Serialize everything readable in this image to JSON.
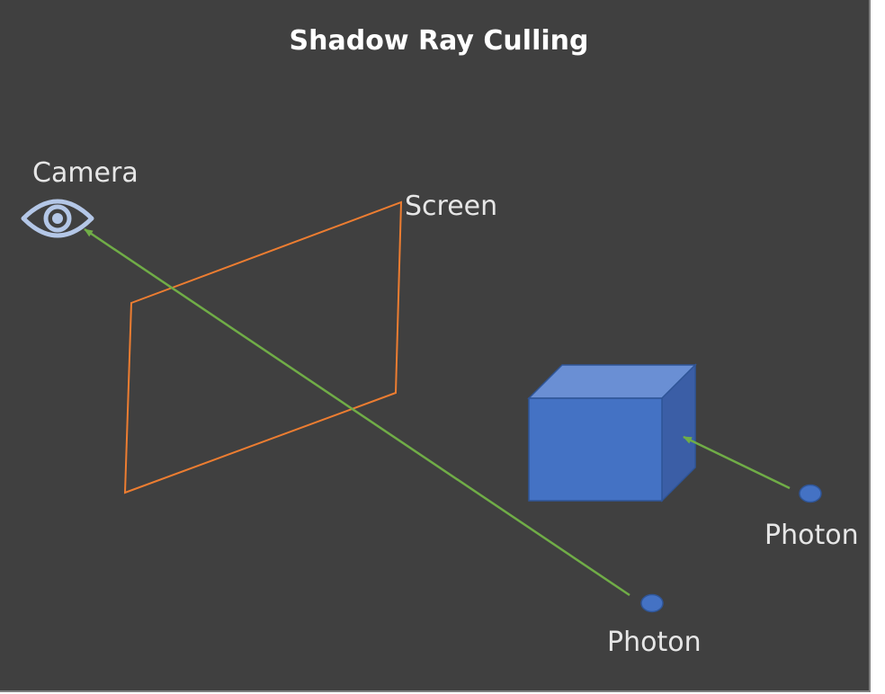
{
  "title": "Shadow Ray Culling",
  "labels": {
    "camera": "Camera",
    "screen": "Screen",
    "photon_near_cube": "Photon",
    "photon_bottom": "Photon"
  },
  "colors": {
    "background": "#404040",
    "screen_outline": "#ed7d31",
    "ray": "#70ad47",
    "cube_front": "#4472c4",
    "cube_top": "#6a8fd4",
    "cube_side": "#3b5ea6",
    "photon": "#4472c4",
    "camera_icon": "#b4c7e7"
  },
  "icons": {
    "camera": "eye-icon"
  }
}
